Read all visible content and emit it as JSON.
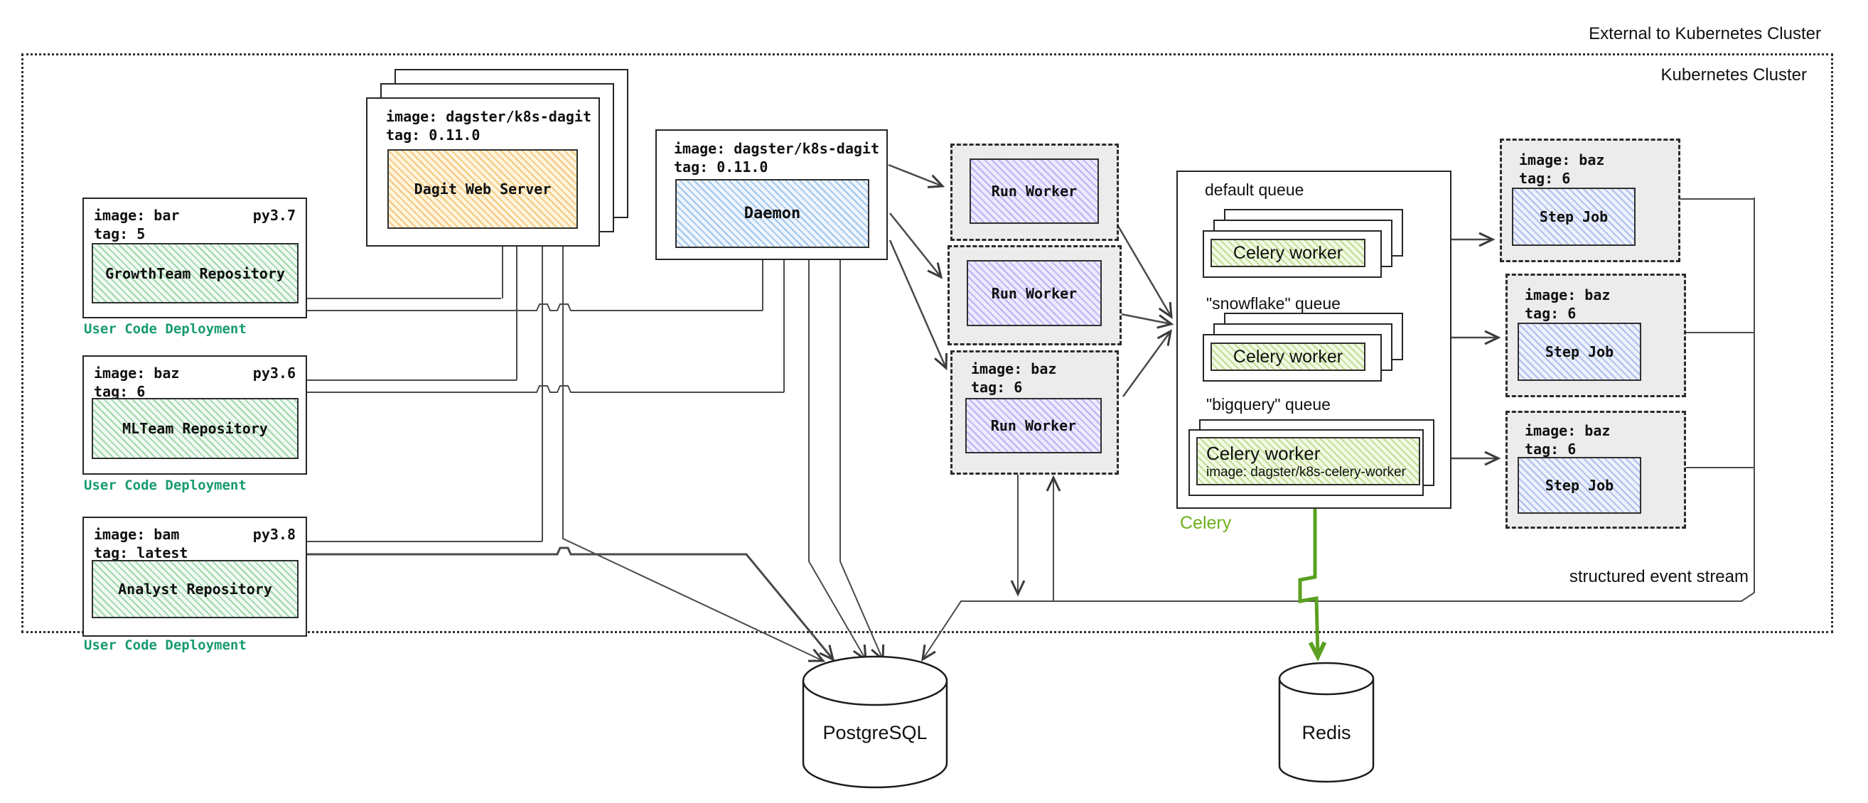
{
  "cluster": {
    "external_label": "External to Kubernetes Cluster",
    "label": "Kubernetes Cluster"
  },
  "deployments": [
    {
      "image": "image: bar",
      "tag": "tag: 5",
      "py": "py3.7",
      "repo": "GrowthTeam Repository",
      "caption": "User Code Deployment"
    },
    {
      "image": "image: baz",
      "tag": "tag: 6",
      "py": "py3.6",
      "repo": "MLTeam Repository",
      "caption": "User Code Deployment"
    },
    {
      "image": "image: bam",
      "tag": "tag: latest",
      "py": "py3.8",
      "repo": "Analyst Repository",
      "caption": "User Code Deployment"
    }
  ],
  "dagit": {
    "image": "image: dagster/k8s-dagit",
    "tag": "tag: 0.11.0",
    "name": "Dagit Web Server"
  },
  "daemon": {
    "image": "image: dagster/k8s-dagit",
    "tag": "tag: 0.11.0",
    "name": "Daemon"
  },
  "run_workers": [
    {
      "name": "Run Worker"
    },
    {
      "name": "Run Worker"
    },
    {
      "name": "Run Worker",
      "image": "image: baz",
      "tag": "tag: 6"
    }
  ],
  "celery": {
    "caption": "Celery",
    "queues": [
      {
        "label": "default queue",
        "worker": "Celery worker"
      },
      {
        "label": "\"snowflake\" queue",
        "worker": "Celery worker"
      },
      {
        "label": "\"bigquery\" queue",
        "worker": "Celery worker",
        "worker_image": "image: dagster/k8s-celery-worker"
      }
    ]
  },
  "step_jobs": [
    {
      "image": "image: baz",
      "tag": "tag: 6",
      "name": "Step Job"
    },
    {
      "image": "image: baz",
      "tag": "tag: 6",
      "name": "Step Job"
    },
    {
      "image": "image: baz",
      "tag": "tag: 6",
      "name": "Step Job"
    }
  ],
  "databases": {
    "postgres": "PostgreSQL",
    "redis": "Redis"
  },
  "annotations": {
    "event_stream": "structured event stream"
  },
  "colors": {
    "user_code_caption": "#189a72",
    "celery_caption": "#6fae1f",
    "celery_arrow": "#5ba021",
    "repo_fill": "#8fd6a0",
    "dagit_fill": "#f2c168",
    "daemon_fill": "#9cc7ee",
    "run_worker_fill": "#b4a7f0",
    "step_job_fill": "#a9bce9",
    "celery_worker_fill": "#b2d977",
    "dashed_container_bg": "#ececec",
    "wire": "#4a4a4a"
  }
}
